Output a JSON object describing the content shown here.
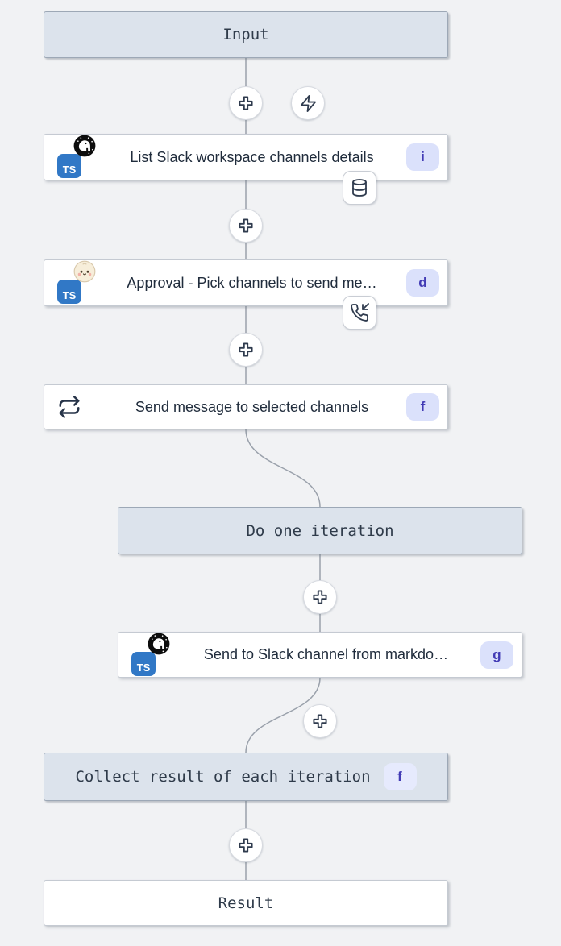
{
  "colors": {
    "canvas_bg": "#f1f2f4",
    "group_box_bg": "#dce3ec",
    "group_box_border": "#9da8b6",
    "node_bg": "#ffffff",
    "node_border": "#c5cad2",
    "id_badge_bg": "#dbe1fb",
    "id_badge_text": "#423bb5",
    "edge": "#9aa1ab",
    "icon_stroke": "#2f3b4e",
    "typescript_blue": "#3178c6"
  },
  "nodes": {
    "input": {
      "label": "Input"
    },
    "list_channels": {
      "title": "List Slack workspace channels details",
      "badge": "i",
      "lang_badge": "TS"
    },
    "approval": {
      "title": "Approval - Pick channels to send me…",
      "badge": "d",
      "lang_badge": "TS"
    },
    "send_loop": {
      "title": "Send message to selected channels",
      "badge": "f"
    },
    "iteration": {
      "label": "Do one iteration"
    },
    "send_markdown": {
      "title": "Send to Slack channel from markdo…",
      "badge": "g",
      "lang_badge": "TS"
    },
    "collect": {
      "label": "Collect result of each iteration",
      "badge": "f"
    },
    "result": {
      "label": "Result"
    }
  },
  "icons": {
    "plus": "plus-icon",
    "zap": "zap-trigger-icon",
    "database": "database-icon",
    "phone_incoming": "phone-incoming-icon",
    "repeat": "repeat-loop-icon",
    "deno": "deno-icon",
    "bun": "bun-icon",
    "typescript": "typescript-icon"
  }
}
